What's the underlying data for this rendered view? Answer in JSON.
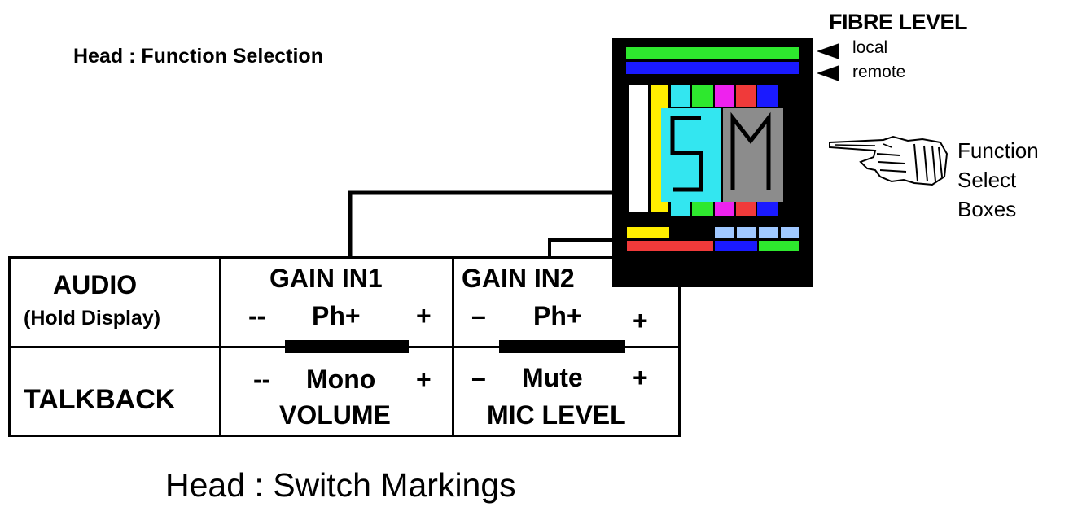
{
  "header": {
    "title": "Head : Function Selection"
  },
  "fibre": {
    "title": "FIBRE LEVEL",
    "local": "local",
    "remote": "remote",
    "local_color": "#2ee82e",
    "remote_color": "#1a1aff"
  },
  "display": {
    "letter1": "S",
    "letter2": "M",
    "colors": {
      "cyan": "#33e6f0",
      "green": "#2ee82e",
      "magenta": "#ee22ee",
      "red": "#f03a3a",
      "blue": "#1a1aff",
      "yellow": "#ffee00",
      "grey": "#8c8c8c",
      "light_blue": "#a0c8ff",
      "white": "#ffffff"
    }
  },
  "function_select": {
    "line1": "Function",
    "line2": "Select",
    "line3": "Boxes"
  },
  "table": {
    "row1": {
      "label_main": "AUDIO",
      "label_sub": "(Hold Display)",
      "gain1": {
        "title": "GAIN IN1",
        "minus": "--",
        "center": "Ph+",
        "plus": "+"
      },
      "gain2": {
        "title": "GAIN IN2",
        "minus": "–",
        "center": "Ph+",
        "plus": "+"
      }
    },
    "row2": {
      "label": "TALKBACK",
      "vol": {
        "minus": "--",
        "center": "Mono",
        "plus": "+",
        "name": "VOLUME"
      },
      "mic": {
        "minus": "–",
        "center": "Mute",
        "plus": "+",
        "name": "MIC LEVEL"
      }
    }
  },
  "footer": {
    "caption": "Head : Switch Markings"
  }
}
